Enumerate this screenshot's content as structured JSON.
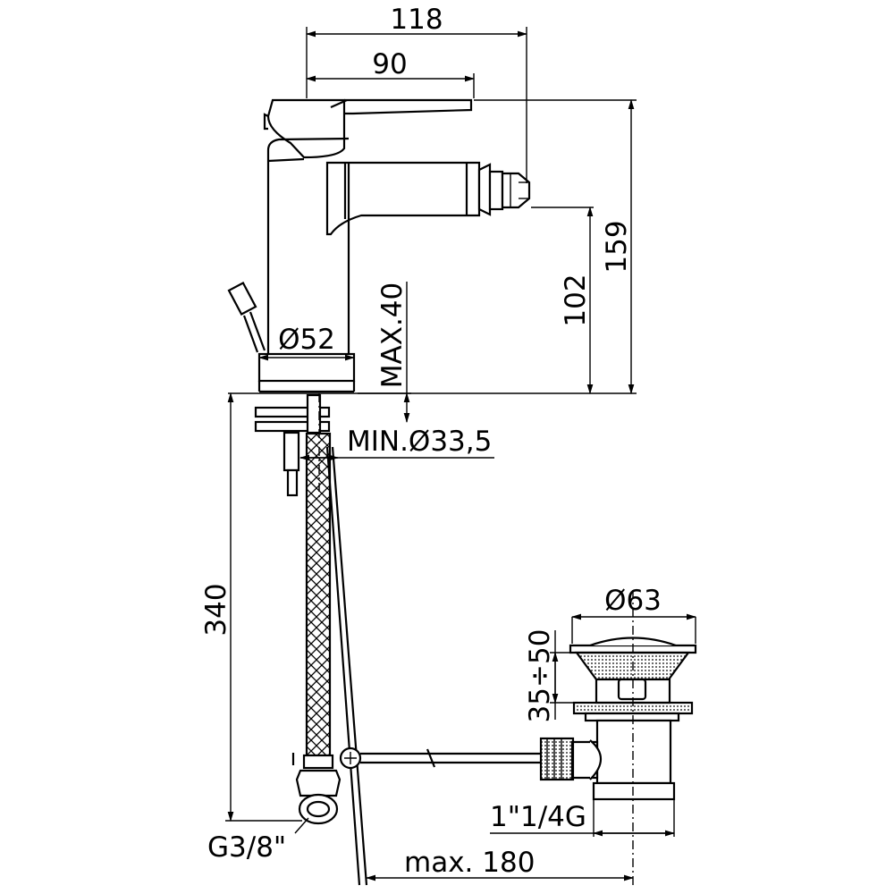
{
  "dimensions": {
    "overall_depth": "118",
    "handle_depth": "90",
    "overall_height": "159",
    "spout_height": "102",
    "max_deck_thickness": "MAX.40",
    "body_diameter": "Ø52",
    "min_hole_diameter": "MIN.Ø33,5",
    "hose_length": "340",
    "hose_thread": "G3/8\"",
    "waste_flange_diameter": "Ø63",
    "waste_thickness_range": "35÷50",
    "waste_thread": "1\"1/4G",
    "pop_up_rod_length": "max. 180"
  }
}
